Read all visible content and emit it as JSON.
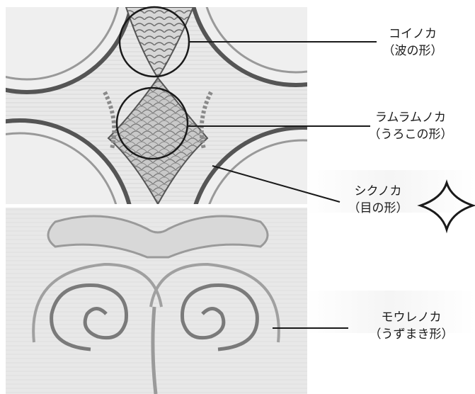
{
  "labels": {
    "koinoka": {
      "name": "コイノカ",
      "meaning": "（波の形）"
    },
    "ramuramunoka": {
      "name": "ラムラムノカ",
      "meaning": "（うろこの形）"
    },
    "sikunoka": {
      "name": "シクノカ",
      "meaning": "（目の形）"
    },
    "moreunoka": {
      "name": "モウレノカ",
      "meaning": "（うずまき形）"
    }
  },
  "icons": {
    "sikunoka_symbol": "four-pointed-star-icon"
  },
  "colors": {
    "line": "#1a1a1a",
    "text": "#1a1a1a"
  }
}
